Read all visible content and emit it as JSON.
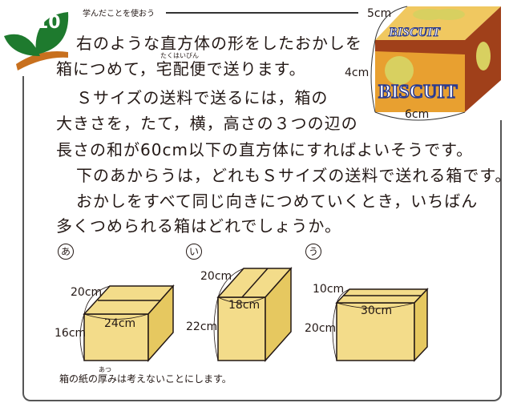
{
  "header": {
    "number": "10",
    "section_title": "学んだことを使おう"
  },
  "problem": {
    "lines": [
      "右のような直方体の形をしたおかしを",
      "箱につめて，宅配便で送ります。",
      "Ｓサイズの送料で送るには，箱の",
      "大きさを，たて，横，高さの３つの辺の",
      "長さの和が60cm以下の直方体にすればよいそうです。",
      "下のあからうは，どれもＳサイズの送料で送れる箱です。",
      "おかしをすべて同じ向きにつめていくとき，いちばん",
      "多くつめられる箱はどれでしょうか。"
    ],
    "ruby_takuhaibin": "たくはいびん"
  },
  "biscuit": {
    "brand": "BISCUIT",
    "dim_depth": "5cm",
    "dim_height": "4cm",
    "dim_width": "6cm"
  },
  "boxes": [
    {
      "label": "あ",
      "depth": "20cm",
      "height": "16cm",
      "width": "24cm"
    },
    {
      "label": "い",
      "depth": "20cm",
      "height": "22cm",
      "width": "18cm"
    },
    {
      "label": "う",
      "depth": "10cm",
      "height": "20cm",
      "width": "30cm"
    }
  ],
  "note": {
    "text": "箱の紙の厚みは考えないことにします。",
    "ruby_atsu": "あつ"
  },
  "colors": {
    "leaf": "#1e7a2e",
    "branch": "#c8701e",
    "box_face": "#f3dc8a",
    "box_side": "#e6c860",
    "biscuit_brown": "#a0401a"
  }
}
